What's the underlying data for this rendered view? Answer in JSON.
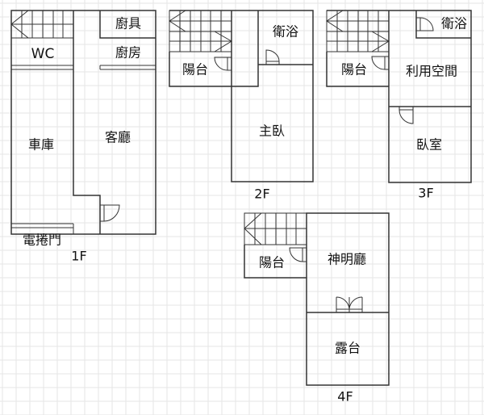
{
  "title": "Floor plan",
  "colors": {
    "grid": "#e6e6e6",
    "wall": "#333333",
    "background": "#ffffff"
  },
  "floors": [
    {
      "name": "1F",
      "rooms": [
        "廚具",
        "WC",
        "廚房",
        "車庫",
        "客廳"
      ],
      "annotations": [
        "電捲門"
      ],
      "features": [
        "stairs",
        "door"
      ]
    },
    {
      "name": "2F",
      "rooms": [
        "陽台",
        "衛浴",
        "主臥"
      ],
      "features": [
        "stairs",
        "door",
        "door"
      ]
    },
    {
      "name": "3F",
      "rooms": [
        "陽台",
        "衛浴",
        "利用空間",
        "臥室"
      ],
      "features": [
        "stairs",
        "door",
        "door",
        "door"
      ]
    },
    {
      "name": "4F",
      "rooms": [
        "陽台",
        "神明廳",
        "露台"
      ],
      "features": [
        "stairs",
        "door",
        "double-door"
      ]
    }
  ]
}
